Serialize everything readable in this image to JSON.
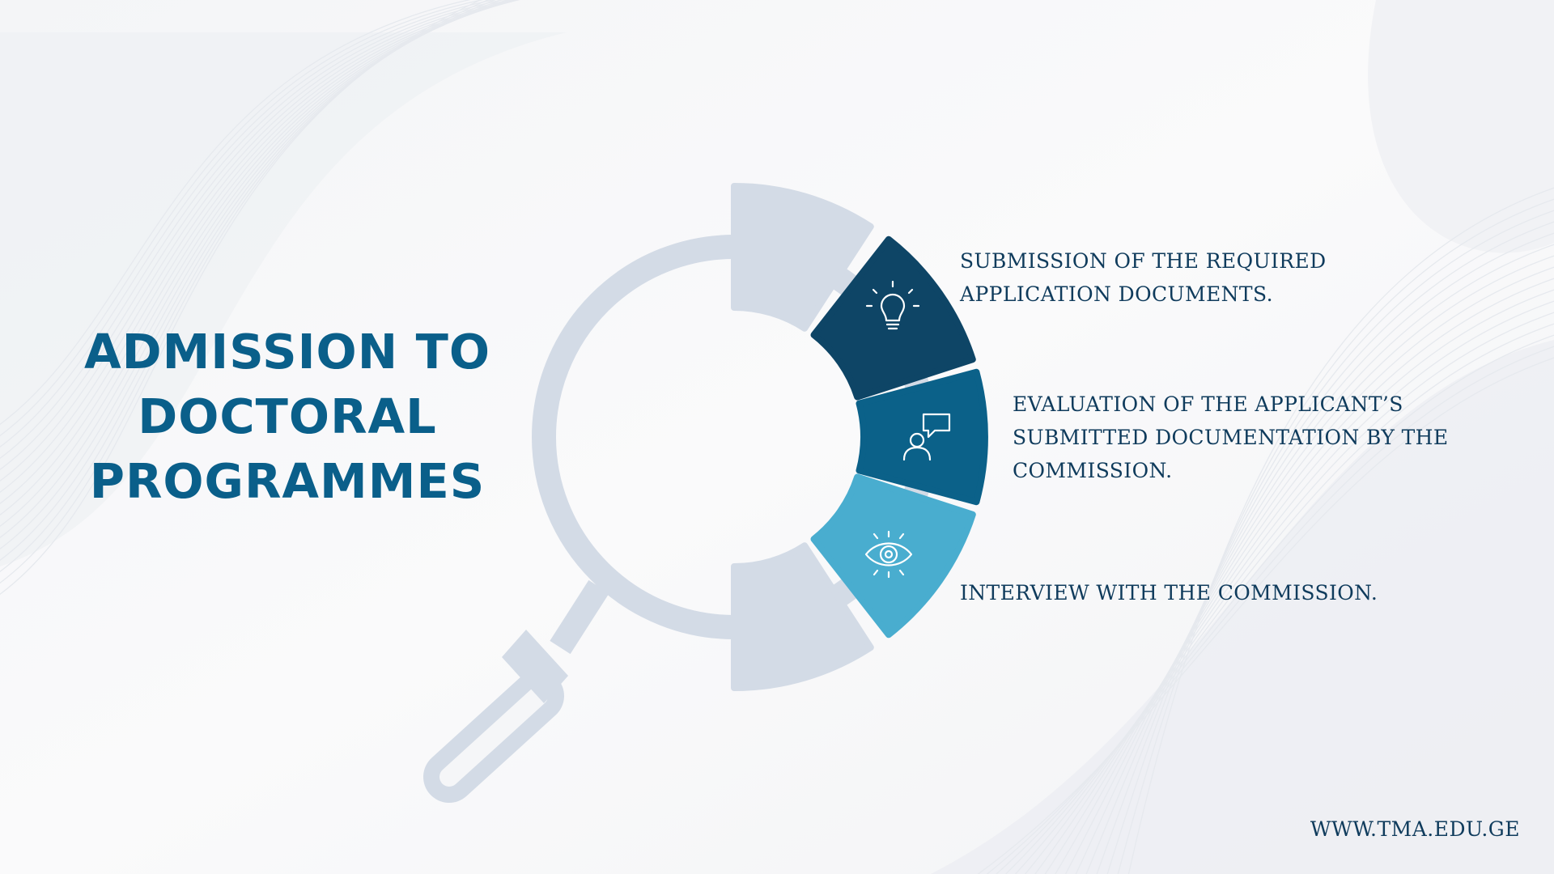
{
  "title": {
    "lines": [
      "ADMISSION TO",
      "DOCTORAL",
      "PROGRAMMES"
    ]
  },
  "steps": [
    {
      "lines": [
        "SUBMISSION OF THE REQUIRED",
        "APPLICATION DOCUMENTS."
      ],
      "icon": "lightbulb-icon",
      "color": "#0e4566"
    },
    {
      "lines": [
        "EVALUATION OF THE APPLICANT’S",
        "SUBMITTED DOCUMENTATION BY THE",
        "COMMISSION."
      ],
      "icon": "person-speech-bubble-icon",
      "color": "#0b6189"
    },
    {
      "lines": [
        "INTERVIEW WITH THE COMMISSION."
      ],
      "icon": "eye-icon",
      "color": "#49adcf"
    }
  ],
  "ring_color": "#d3dbe6",
  "website": "WWW.TMA.EDU.GE"
}
